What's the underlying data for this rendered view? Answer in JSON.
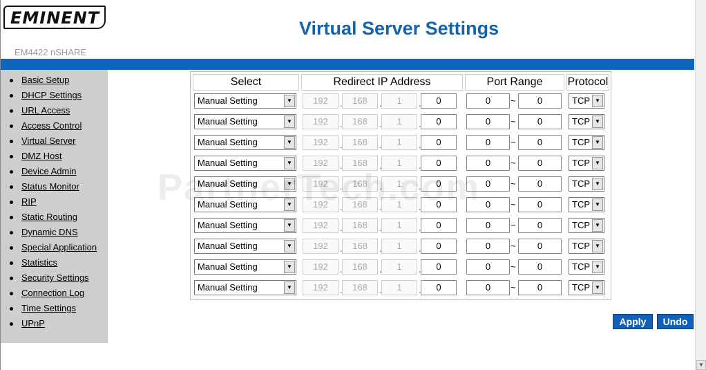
{
  "brand": {
    "logo_text": "EMINENT",
    "model": "EM4422 nSHARE"
  },
  "header": {
    "title": "Virtual Server Settings"
  },
  "sidebar": {
    "items": [
      {
        "label": "Basic Setup"
      },
      {
        "label": "DHCP Settings"
      },
      {
        "label": "URL Access"
      },
      {
        "label": "Access Control"
      },
      {
        "label": "Virtual Server"
      },
      {
        "label": "DMZ Host"
      },
      {
        "label": "Device Admin"
      },
      {
        "label": "Status Monitor"
      },
      {
        "label": "RIP"
      },
      {
        "label": "Static Routing"
      },
      {
        "label": "Dynamic DNS"
      },
      {
        "label": "Special Application"
      },
      {
        "label": "Statistics"
      },
      {
        "label": "Security Settings"
      },
      {
        "label": "Connection Log"
      },
      {
        "label": "Time Settings"
      },
      {
        "label": "UPnP"
      }
    ]
  },
  "table": {
    "headers": {
      "select": "Select",
      "ip": "Redirect IP Address",
      "port": "Port Range",
      "protocol": "Protocol"
    },
    "rows": [
      {
        "select": "Manual Setting",
        "ip1": "192",
        "ip2": "168",
        "ip3": "1",
        "ip4": "0",
        "port_from": "0",
        "port_to": "0",
        "protocol": "TCP"
      },
      {
        "select": "Manual Setting",
        "ip1": "192",
        "ip2": "168",
        "ip3": "1",
        "ip4": "0",
        "port_from": "0",
        "port_to": "0",
        "protocol": "TCP"
      },
      {
        "select": "Manual Setting",
        "ip1": "192",
        "ip2": "168",
        "ip3": "1",
        "ip4": "0",
        "port_from": "0",
        "port_to": "0",
        "protocol": "TCP"
      },
      {
        "select": "Manual Setting",
        "ip1": "192",
        "ip2": "168",
        "ip3": "1",
        "ip4": "0",
        "port_from": "0",
        "port_to": "0",
        "protocol": "TCP"
      },
      {
        "select": "Manual Setting",
        "ip1": "192",
        "ip2": "168",
        "ip3": "1",
        "ip4": "0",
        "port_from": "0",
        "port_to": "0",
        "protocol": "TCP"
      },
      {
        "select": "Manual Setting",
        "ip1": "192",
        "ip2": "168",
        "ip3": "1",
        "ip4": "0",
        "port_from": "0",
        "port_to": "0",
        "protocol": "TCP"
      },
      {
        "select": "Manual Setting",
        "ip1": "192",
        "ip2": "168",
        "ip3": "1",
        "ip4": "0",
        "port_from": "0",
        "port_to": "0",
        "protocol": "TCP"
      },
      {
        "select": "Manual Setting",
        "ip1": "192",
        "ip2": "168",
        "ip3": "1",
        "ip4": "0",
        "port_from": "0",
        "port_to": "0",
        "protocol": "TCP"
      },
      {
        "select": "Manual Setting",
        "ip1": "192",
        "ip2": "168",
        "ip3": "1",
        "ip4": "0",
        "port_from": "0",
        "port_to": "0",
        "protocol": "TCP"
      },
      {
        "select": "Manual Setting",
        "ip1": "192",
        "ip2": "168",
        "ip3": "1",
        "ip4": "0",
        "port_from": "0",
        "port_to": "0",
        "protocol": "TCP"
      }
    ],
    "range_separator": "~"
  },
  "buttons": {
    "apply": "Apply",
    "undo": "Undo"
  },
  "watermark": "PartnerTech.com",
  "colors": {
    "accent": "#0c66c0",
    "title": "#1463ad",
    "sidebar_bg": "#cecece",
    "button_bg": "#1261b8"
  }
}
